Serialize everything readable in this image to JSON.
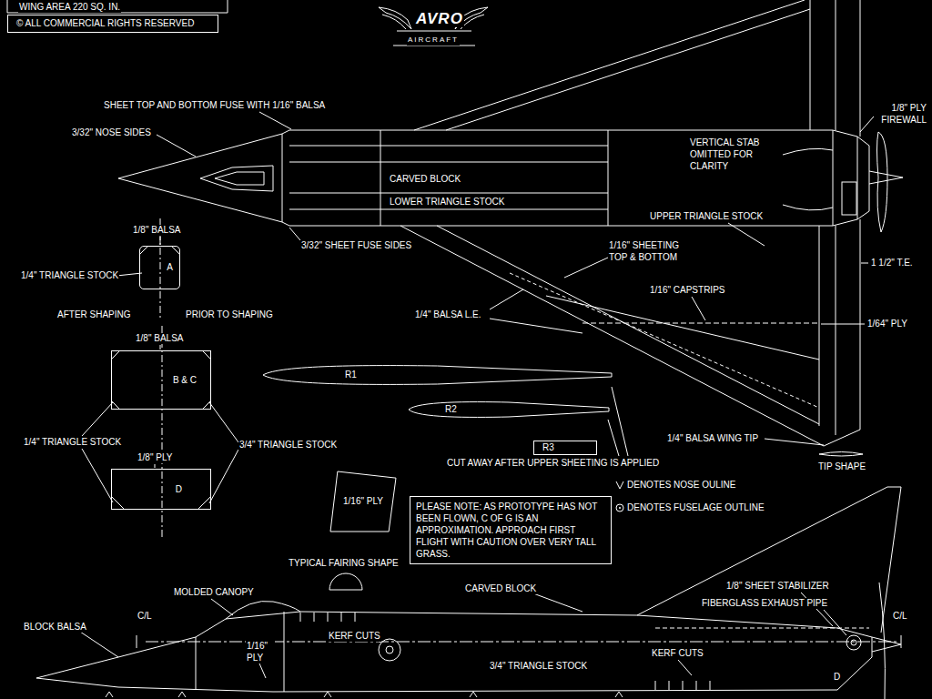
{
  "diagram": {
    "nodes": [
      {
        "text": [
          "© ALL COMMERCIAL RIGHTS RESERVED"
        ]
      },
      {
        "text": [
          "A"
        ]
      },
      {
        "text": [
          "B & C"
        ]
      },
      {
        "text": [
          "D"
        ]
      },
      {
        "text": [
          "R1"
        ]
      },
      {
        "text": [
          "R2"
        ]
      },
      {
        "text": [
          "R3"
        ]
      },
      {
        "text": [
          "1/16\" PLY"
        ]
      },
      {
        "text": [
          "PLEASE NOTE: AS PROTOTYPE HAS NOT BEEN FLOWN, C OF G IS AN APPROXIMATION. APPROACH FIRST FLIGHT WITH CAUTION OVER VERY TALL GRASS."
        ]
      }
    ],
    "labels": [
      "WING AREA 220 SQ. IN.",
      "AVRO",
      "AIRCRAFT",
      "SHEET TOP AND BOTTOM FUSE WITH 1/16\" BALSA",
      "1/8\" PLY FIREWALL",
      "3/32\" NOSE SIDES",
      "VERTICAL STAB OMITTED FOR CLARITY",
      "CARVED BLOCK",
      "LOWER TRIANGLE STOCK",
      "UPPER TRIANGLE STOCK",
      "1/8\" BALSA",
      "3/32\" SHEET FUSE SIDES",
      "1/16\" SHEETING TOP & BOTTOM",
      "1 1/2\" T.E.",
      "1/4\" TRIANGLE STOCK",
      "1/16\" CAPSTRIPS",
      "AFTER SHAPING",
      "PRIOR TO SHAPING",
      "1/4\" BALSA L.E.",
      "1/64\" PLY",
      "1/8\" BALSA",
      "1/4\" TRIANGLE STOCK",
      "3/4\" TRIANGLE STOCK",
      "1/8\" PLY",
      "1/4\" BALSA WING TIP",
      "CUT AWAY AFTER UPPER SHEETING IS APPLIED",
      "TIP SHAPE",
      "TYPICAL FAIRING SHAPE",
      "CARVED BLOCK",
      "MOLDED CANOPY",
      "1/8\" SHEET STABILIZER",
      "FIBERGLASS EXHAUST PIPE",
      "C/L",
      "C/L",
      "BLOCK BALSA",
      "KERF CUTS",
      "1/16\" PLY",
      "KERF CUTS",
      "3/4\" TRIANGLE STOCK",
      "D"
    ],
    "legend": [
      {
        "text": "DENOTES NOSE OULINE"
      },
      {
        "text": "DENOTES FUSELAGE OUTLINE"
      }
    ]
  }
}
